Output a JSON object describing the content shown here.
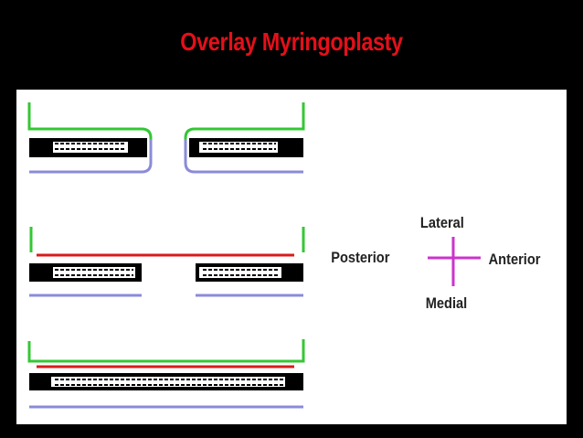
{
  "title": "Overlay Myringoplasty",
  "colors": {
    "background": "#000000",
    "title": "#e3101a",
    "panel": "#ffffff",
    "graft_medial": "#8b8bd9",
    "graft_lateral": "#34c734",
    "fascia": "#d81b1b",
    "compass": "#cc33cc",
    "membrane": "#000000"
  },
  "compass": {
    "lateral": "Lateral",
    "medial": "Medial",
    "posterior": "Posterior",
    "anterior": "Anterior"
  }
}
